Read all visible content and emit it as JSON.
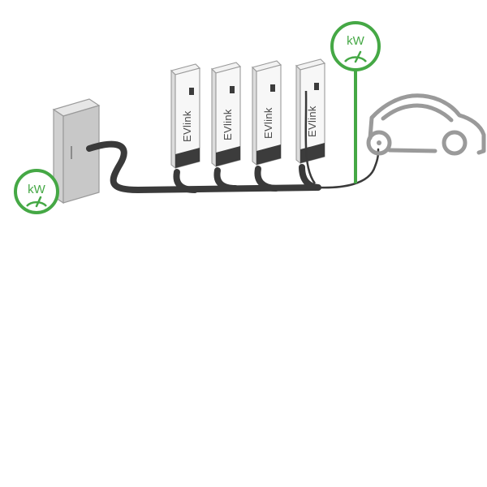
{
  "diagram": {
    "meters": [
      {
        "id": "cabinet-meter",
        "label": "kW"
      },
      {
        "id": "vehicle-meter",
        "label": "kW"
      }
    ],
    "stations": [
      {
        "brand": "EVlink"
      },
      {
        "brand": "EVlink"
      },
      {
        "brand": "EVlink"
      },
      {
        "brand": "EVlink"
      }
    ],
    "colors": {
      "accent": "#45a845",
      "cable": "#3a3a3a",
      "outline": "#9a9a9a",
      "cabinet": "#c8c8c8"
    }
  }
}
